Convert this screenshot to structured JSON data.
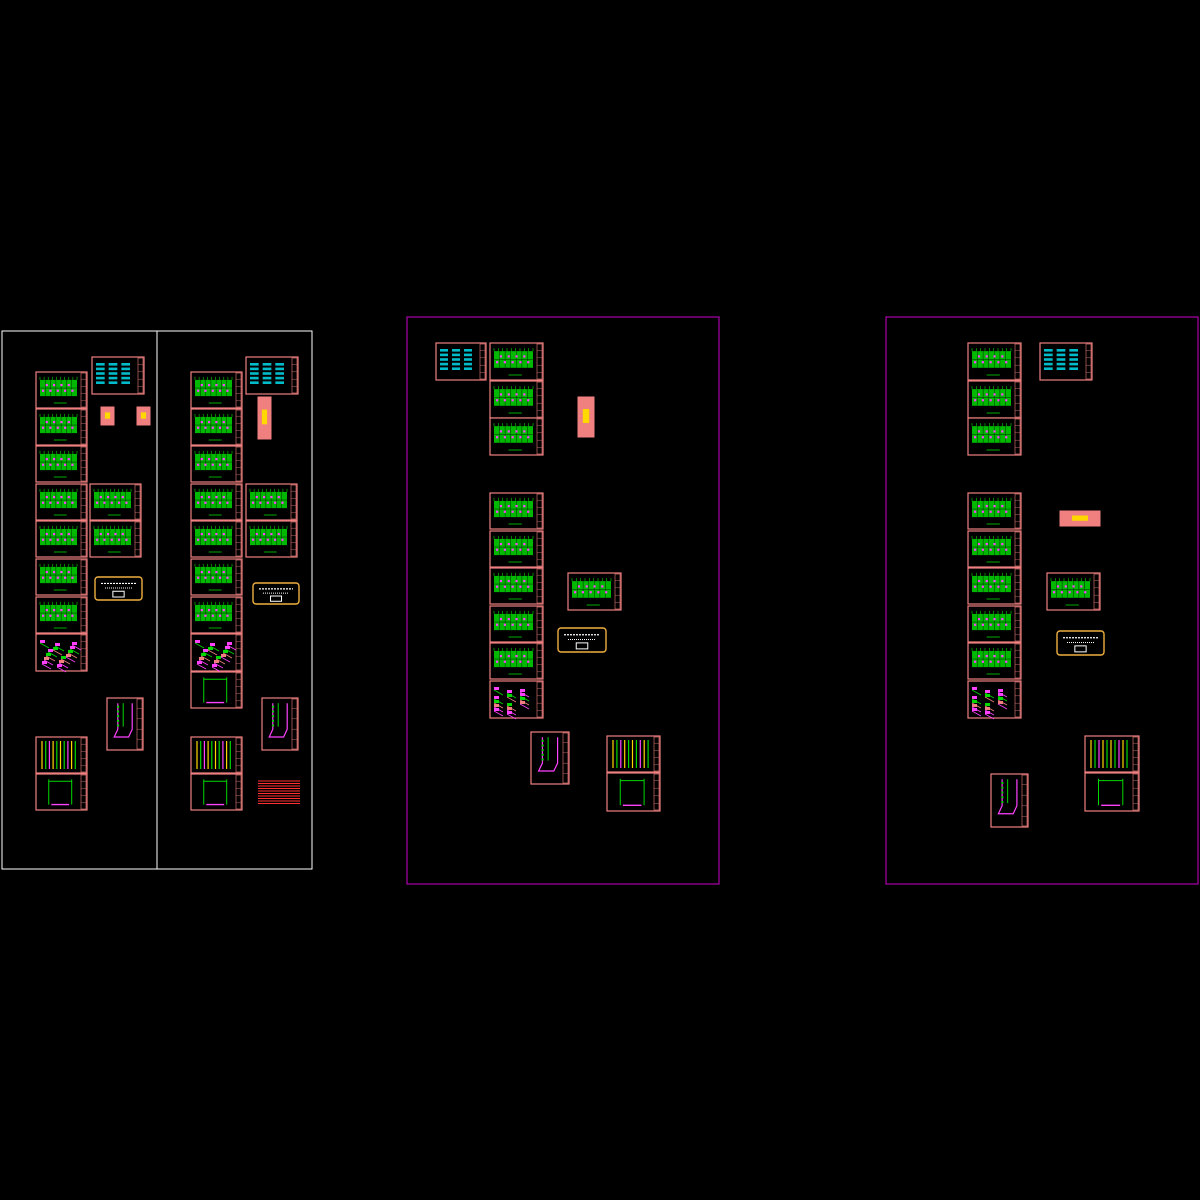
{
  "canvas": {
    "background": "#000000"
  },
  "colors": {
    "sheet_border": "#f08080",
    "plan_fill": "#00d800",
    "plan_mark": "#ff40ff",
    "table_fill": "#00d0e0",
    "layout_border_left": "#ffffff",
    "layout_border_magenta": "#cc00cc",
    "legend_border": "#f0b040",
    "yellow": "#ffd800",
    "salmon": "#f08080"
  },
  "layouts": [
    {
      "name": "layout-1",
      "divided": true
    },
    {
      "name": "layout-2",
      "divided": false
    },
    {
      "name": "layout-3",
      "divided": false
    }
  ],
  "sheet_kinds": [
    "floor-plan",
    "equipment-table",
    "system-diagram",
    "riser-diagram",
    "detail",
    "legend-note",
    "title-block"
  ]
}
